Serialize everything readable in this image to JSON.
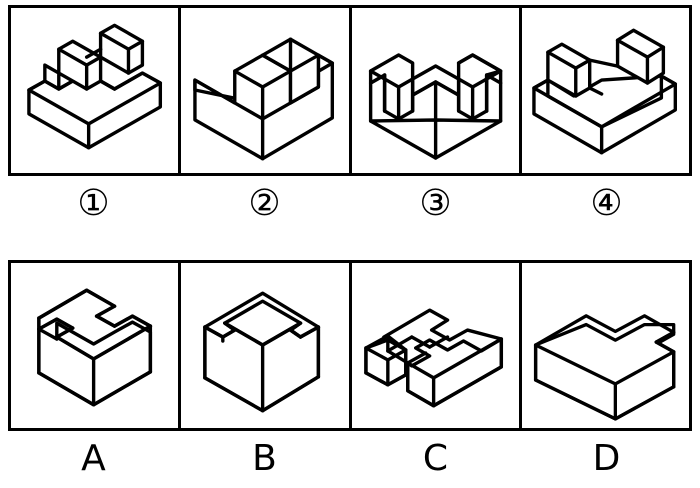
{
  "page": {
    "title": "Isometric solid matching exercise",
    "background_color": "#ffffff",
    "line_color": "#000000",
    "fill_color": "#ffffff"
  },
  "top_row": {
    "row_name": "question-figures-row",
    "panels": [
      {
        "label": "①",
        "figure_name": "stepped-block-two-cubes",
        "description": "Flat rectangular slab with an L-shaped step; two cubes sit on the raised back step."
      },
      {
        "label": "②",
        "figure_name": "block-with-two-adjacent-cubes",
        "description": "Thick rectangular slab with two adjacent cubes on the back-left of the top face."
      },
      {
        "label": "③",
        "figure_name": "u-channel-two-posts",
        "description": "U-shaped channel solid with two upright square posts at the front corners."
      },
      {
        "label": "④",
        "figure_name": "slab-with-two-separated-cubes",
        "description": "Flat slab with two separated cubes raised at the back edge."
      }
    ]
  },
  "bottom_row": {
    "row_name": "answer-figures-row",
    "panels": [
      {
        "label": "A",
        "figure_name": "notched-slab-view-a",
        "description": "Thin slab seen from above-left with a stepped rectangular notch cut into the top face outline."
      },
      {
        "label": "B",
        "figure_name": "notched-slab-view-b",
        "description": "Thin slab seen nearly edge-on with two small triangular notches on the left and right of the top face."
      },
      {
        "label": "C",
        "figure_name": "split-slab-view-c",
        "description": "Slab split by a deep zig-zag slot, leaving a small separate block at the left."
      },
      {
        "label": "D",
        "figure_name": "notched-slab-view-d",
        "description": "Thick slab with a V-shaped notch on the back edge and a small step notch at the right."
      }
    ]
  }
}
